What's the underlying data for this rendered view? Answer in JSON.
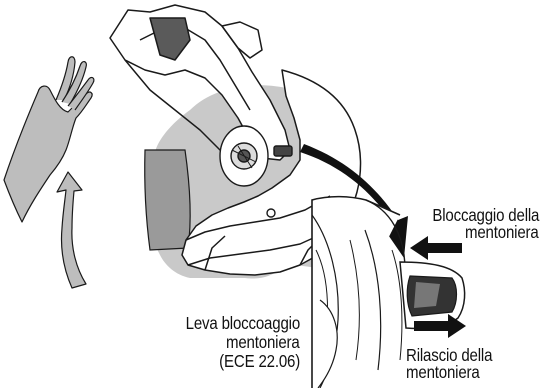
{
  "labels": {
    "lock_title_line1": "Bloccaggio della",
    "lock_title_line2": "mentoniera",
    "lever_line1": "Leva bloccoaggio",
    "lever_line2": "mentoniera",
    "lever_line3": "(ECE 22.06)",
    "release_line1": "Rilascio della",
    "release_line2": "mentoniera"
  },
  "colors": {
    "head_silhouette": "#c9c9c9",
    "visor_tint": "#9a9a9a",
    "lever_dark": "#333333",
    "outline": "#1a1a1a",
    "arrow": "#111111",
    "hand_fill": "#bdbdbd"
  },
  "icons": {
    "hand": "raised-hand-icon",
    "lift_arrow": "curved-up-arrow-icon",
    "zoom_arrow": "curved-arrow-icon",
    "lock_arrow": "arrow-left-icon",
    "release_arrow": "arrow-right-icon"
  }
}
